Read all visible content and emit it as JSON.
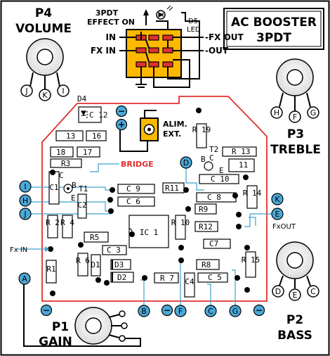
{
  "title": {
    "line1": "AC BOOSTER",
    "line2": "3PDT"
  },
  "switch": {
    "label_line1": "3PDT",
    "label_line2": "EFFECT ON",
    "in": "IN",
    "fx_in": "FX IN",
    "fx_out": "-FX OUT",
    "out": "-OUT",
    "led_ref": "D5",
    "led_label": "LED"
  },
  "pots": {
    "p4": {
      "ref": "P4",
      "name": "VOLUME",
      "pins": [
        "J",
        "K",
        "I"
      ]
    },
    "p3": {
      "ref": "P3",
      "name": "TREBLE",
      "pins": [
        "H",
        "F",
        "G"
      ]
    },
    "p2": {
      "ref": "P2",
      "name": "BASS",
      "pins": [
        "D",
        "E",
        "C"
      ]
    },
    "p1": {
      "ref": "P1",
      "name": "GAIN"
    }
  },
  "power": {
    "line1": "ALIM.",
    "line2": "EXT.",
    "minus": "−",
    "plus": "+"
  },
  "bridge": "BRIDGE",
  "fx_in_label": "Fx IN",
  "fx_out_label": "FxOUT",
  "pads": {
    "A": "A",
    "B": "B",
    "C": "C",
    "D": "D",
    "E": "E",
    "F": "F",
    "G": "G",
    "H": "H",
    "I": "I",
    "J": "J",
    "K": "K"
  },
  "components": {
    "d4": "D4",
    "c12": "C 12",
    "c13": "13",
    "c16": "16",
    "c18": "18",
    "c17": "17",
    "r3": "R3",
    "r19": "R 19",
    "t2": "T2",
    "r13": "R 13",
    "c11": "11",
    "c10": "C 10",
    "t2b": "B",
    "t2c": "C",
    "t2e": "E",
    "c1": "C1",
    "t1": "T1",
    "t1c": "C",
    "t1b": "B",
    "t1e": "E",
    "c2": "C2",
    "c9": "C 9",
    "r11": "R11",
    "c6": "C 6",
    "c8": "C 8",
    "r14": "R 14",
    "r9": "R9",
    "r2": "R 2",
    "r4": "R 4",
    "r5": "R5",
    "ic1": "IC 1",
    "r10": "R 10",
    "r12": "R12",
    "c7": "C7",
    "c3": "C 3",
    "r6": "R 6",
    "d1": "D1",
    "d3": "D3",
    "r8": "R8",
    "r15": "R 15",
    "r1": "R1",
    "d2": "D2",
    "r7": "R 7",
    "c4": "C4",
    "c5": "C 5"
  },
  "colors": {
    "board_outline": "#e03030",
    "pad_blue": "#4aa8d8",
    "switch_fill": "#ffb800",
    "lug_red": "#e03030",
    "bridge_text": "#e03030",
    "wire_blue": "#3fa0d0"
  }
}
